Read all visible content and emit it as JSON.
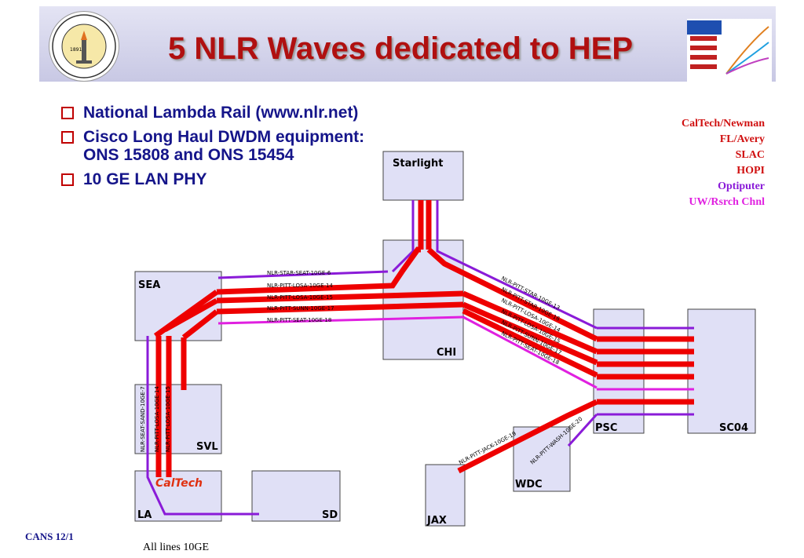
{
  "title": "5 NLR Waves dedicated to HEP",
  "bullets": [
    "National Lambda Rail (www.nlr.net)",
    "Cisco Long Haul DWDM equipment: ONS 15808 and ONS 15454",
    "10 GE LAN PHY"
  ],
  "legend": [
    {
      "label": "CalTech/Newman",
      "color": "#d01010"
    },
    {
      "label": "FL/Avery",
      "color": "#d01010"
    },
    {
      "label": "SLAC",
      "color": "#d01010"
    },
    {
      "label": "HOPI",
      "color": "#d01010"
    },
    {
      "label": "Optiputer",
      "color": "#8a1bd8"
    },
    {
      "label": "UW/Rsrch Chnl",
      "color": "#e020e0"
    }
  ],
  "nodes": {
    "starlight": "Starlight",
    "sea": "SEA",
    "chi": "CHI",
    "svl": "SVL",
    "la": "LA",
    "sd": "SD",
    "jax": "JAX",
    "wdc": "WDC",
    "psc": "PSC",
    "sc04": "SC04"
  },
  "caltech_label": "CalTech",
  "links": {
    "star_seat_6": "NLR-STAR-SEAT-10GE-6",
    "pitt_losa_14": "NLR-PITT-LOSA-10GE-14",
    "pitt_losa_15": "NLR-PITT-LOSA-10GE-15",
    "pitt_sunn_17": "NLR-PITT-SUNN-10GE-17",
    "pitt_seat_18": "NLR-PITT-SEAT-10GE-18",
    "pitt_star_13": "NLR-PITT-STAR-10GE-13",
    "pitt_star_16": "NLR-PITT-STAR-10GE-16",
    "seat_sand_7": "NLR-SEAT-SAND-10GE-7",
    "pitt_jack_19": "NLR-PITT-JACK-10GE-19",
    "pitt_wash_20": "NLR-PITT-WASH-10GE-20"
  },
  "colors": {
    "red": "#ee0000",
    "purple": "#8a1bd8",
    "magenta": "#e020e0"
  },
  "footer": {
    "left": "CANS 12/1",
    "note": "All lines 10GE"
  }
}
